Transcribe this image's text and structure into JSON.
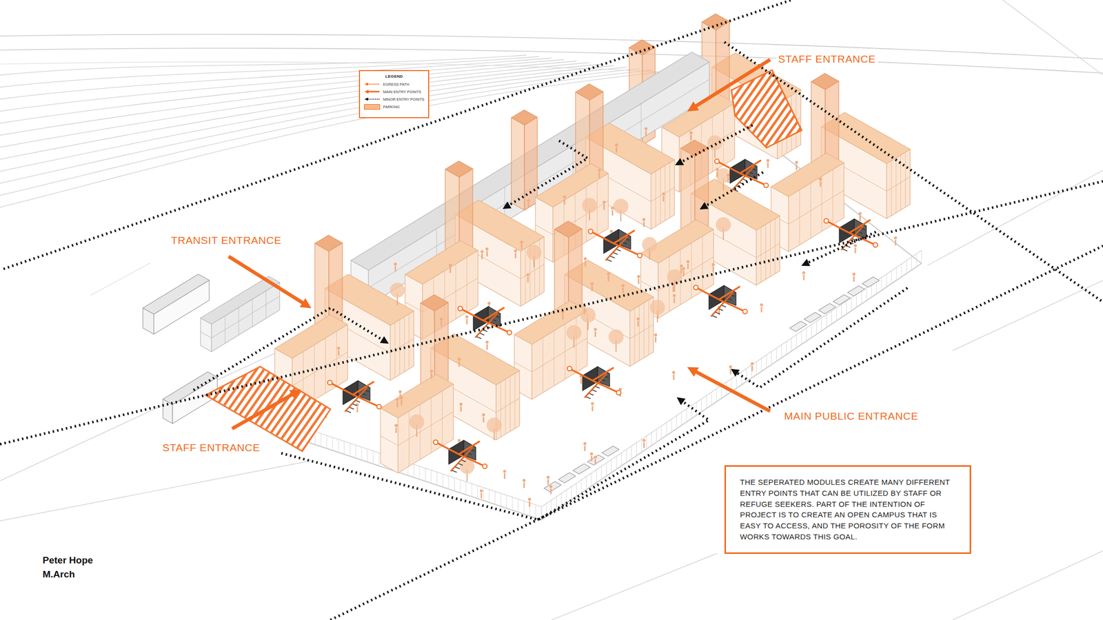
{
  "diagram": {
    "nodes": [
      {
        "text": [
          "THE SEPERATED MODULES CREATE MANY DIFFERENT ENTRY POINTS THAT CAN BE UTILIZED BY STAFF OR REFUGE SEEKERS. PART OF THE INTENTION OF PROJECT IS TO CREATE AN OPEN CAMPUS THAT IS EASY TO ACCESS, AND THE POROSITY OF THE FORM WORKS TOWARDS THIS GOAL."
        ]
      }
    ],
    "labels": [
      "STAFF ENTRANCE",
      "TRANSIT ENTRANCE",
      "STAFF ENTRANCE",
      "MAIN PUBLIC ENTRANCE",
      "LEGEND",
      "Peter Hope",
      "M.Arch"
    ],
    "legend": [
      {
        "text": "EGRESS PATH"
      },
      {
        "text": "MAIN ENTRY POINTS"
      },
      {
        "text": "MINOR ENTRY POINTS"
      },
      {
        "text": "PARKING",
        "color": "#f7b98b"
      }
    ]
  }
}
